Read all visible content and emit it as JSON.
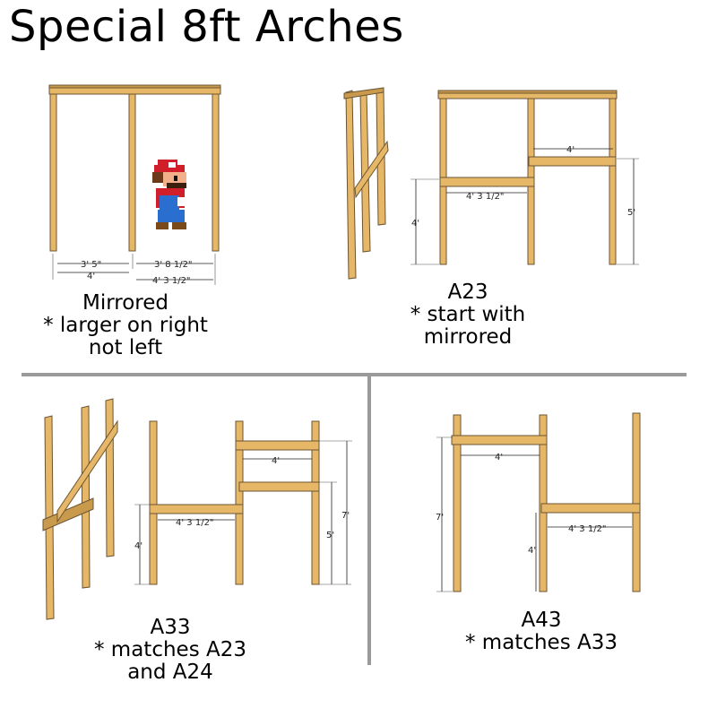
{
  "title": "Special 8ft Arches",
  "panels": {
    "mirrored": {
      "caption": [
        "Mirrored",
        "* larger on right",
        "not left"
      ],
      "dims": [
        "3' 5\"",
        "4'",
        "3' 8 1/2\"",
        "4' 3 1/2\""
      ]
    },
    "a23": {
      "caption": [
        "A23",
        "* start with",
        "mirrored"
      ],
      "dims": [
        "4'",
        "4' 3 1/2\"",
        "4'",
        "5'"
      ]
    },
    "a33": {
      "caption": [
        "A33",
        "* matches A23",
        "and A24"
      ],
      "dims": [
        "4'",
        "4' 3 1/2\"",
        "4'",
        "5'",
        "7'"
      ]
    },
    "a43": {
      "caption": [
        "A43",
        "* matches A33"
      ],
      "dims": [
        "4'",
        "7'",
        "4' 3 1/2\"",
        "4'"
      ]
    }
  },
  "colors": {
    "wood": "#E7B768",
    "divider": "#9a9a9a"
  },
  "icons": [
    "mario-sprite"
  ]
}
